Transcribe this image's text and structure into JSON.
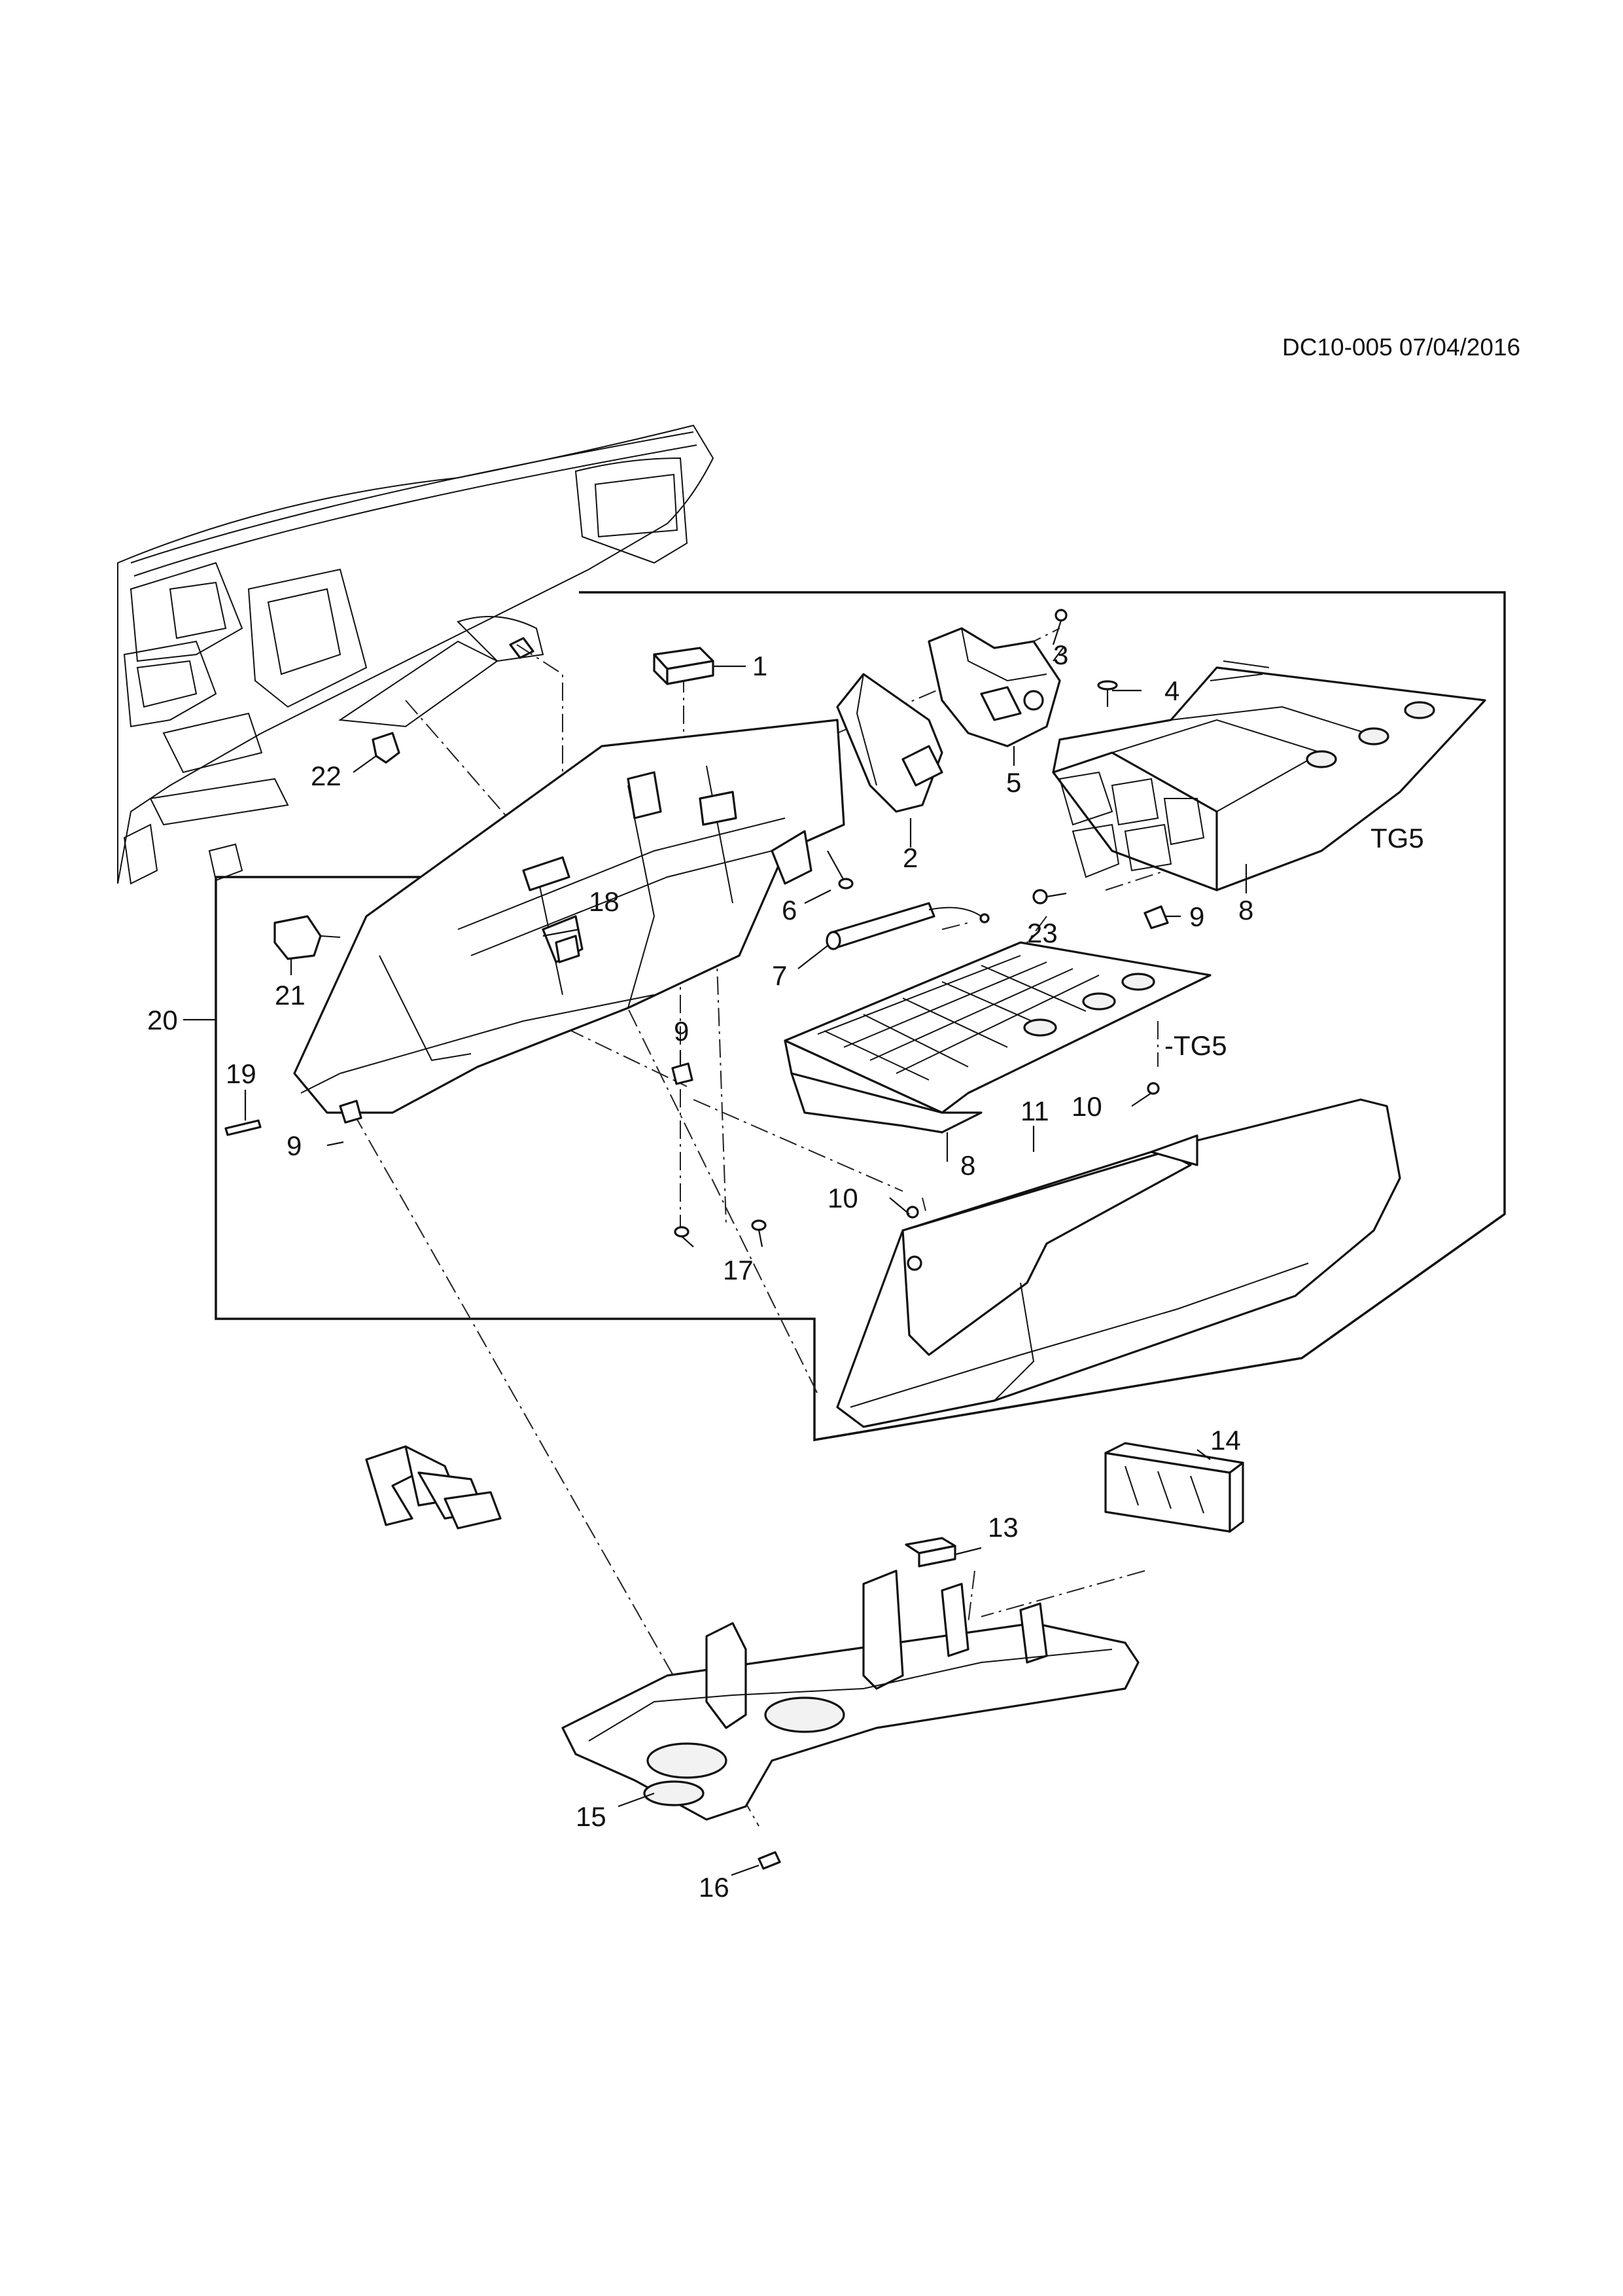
{
  "document_reference": "DC10-005 07/04/2016",
  "callouts": {
    "c1": "1",
    "c2": "2",
    "c3": "3",
    "c4": "4",
    "c5": "5",
    "c6": "6",
    "c7": "7",
    "c8a": "8",
    "c8b": "8",
    "c9a": "9",
    "c9b": "9",
    "c9c": "9",
    "c10a": "10",
    "c10b": "10",
    "c11": "11",
    "c13": "13",
    "c14": "14",
    "c15": "15",
    "c16": "16",
    "c17": "17",
    "c18": "18",
    "c19": "19",
    "c20": "20",
    "c21": "21",
    "c22": "22",
    "c23": "23"
  },
  "variant_labels": {
    "tg5": "TG5",
    "not_tg5": "-TG5"
  },
  "icons": {
    "front_direction": "front-direction-arrow-icon"
  }
}
